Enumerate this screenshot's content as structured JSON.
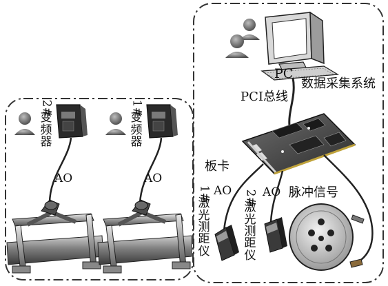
{
  "labels": {
    "pc": "PC",
    "daq_system": "数据采集系统",
    "pci_bus": "PCI总线",
    "board": "板卡",
    "pulse_signal": "脉冲信号",
    "ao_left_2": "AO",
    "ao_left_1": "AO",
    "ao_sensor_1": "AO",
    "ao_sensor_2": "AO"
  },
  "inverter_2": {
    "num": "2#",
    "text": [
      "变",
      "频",
      "器"
    ]
  },
  "inverter_1": {
    "num": "1#",
    "text": [
      "变",
      "频",
      "器"
    ]
  },
  "sensor_1": {
    "num": "1#",
    "text": [
      "激",
      "光",
      "测",
      "距",
      "仪"
    ]
  },
  "sensor_2": {
    "num": "2#",
    "text": [
      "激",
      "光",
      "测",
      "距",
      "仪"
    ]
  }
}
